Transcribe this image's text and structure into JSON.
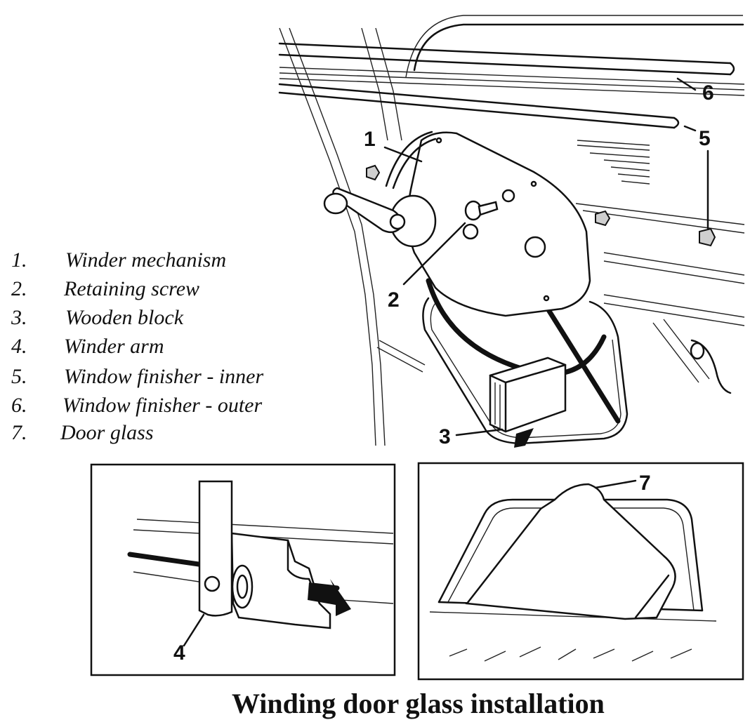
{
  "legend": [
    {
      "num": "1.",
      "label": "Winder mechanism"
    },
    {
      "num": "2.",
      "label": "Retaining screw"
    },
    {
      "num": "3.",
      "label": "Wooden block"
    },
    {
      "num": "4.",
      "label": "Winder arm"
    },
    {
      "num": "5.",
      "label": "Window finisher - inner"
    },
    {
      "num": "6.",
      "label": "Window finisher - outer"
    },
    {
      "num": "7.",
      "label": "Door glass"
    }
  ],
  "callouts": {
    "c1": "1",
    "c2": "2",
    "c3": "3",
    "c4": "4",
    "c5": "5",
    "c6": "6",
    "c7": "7"
  },
  "caption": "Winding door glass installation"
}
